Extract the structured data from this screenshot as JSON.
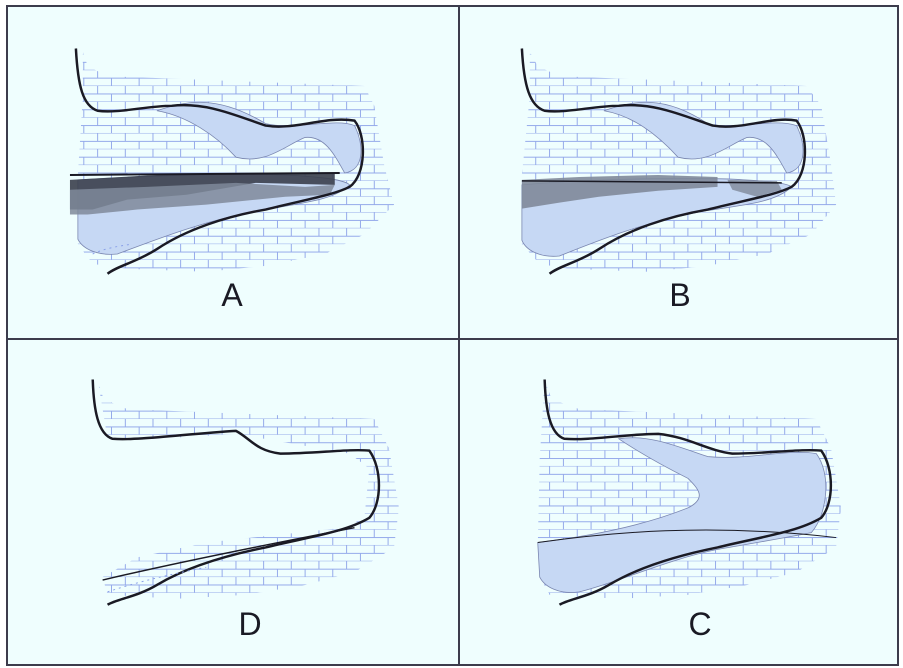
{
  "panels": [
    {
      "label": "A"
    },
    {
      "label": "B"
    },
    {
      "label": "D"
    },
    {
      "label": "C"
    }
  ],
  "colors": {
    "background": "#effefe",
    "frame": "#3c3c4c",
    "rock_lines": "#8aa0e8",
    "fill_light": "#c6d8f4",
    "fill_mid": "#7f8a9a",
    "fill_dark": "#3a3f4c",
    "outline": "#1a1a24"
  }
}
